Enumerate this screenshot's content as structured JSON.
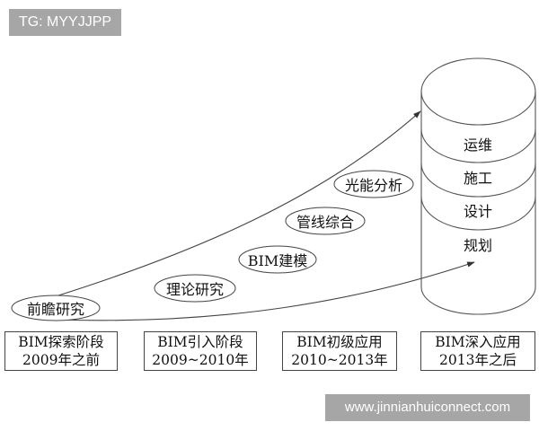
{
  "watermarks": {
    "top": "TG: MYYJJPP",
    "bottom": "www.jinnianhuiconnect.com"
  },
  "stages": [
    {
      "title": "BIM探索阶段",
      "period": "2009年之前"
    },
    {
      "title": "BIM引入阶段",
      "period": "2009~2010年"
    },
    {
      "title": "BIM初级应用",
      "period": "2010~2013年"
    },
    {
      "title": "BIM深入应用",
      "period": "2013年之后"
    }
  ],
  "milestones": [
    {
      "label": "前瞻研究"
    },
    {
      "label": "理论研究"
    },
    {
      "label": "BIM建模"
    },
    {
      "label": "管线综合"
    },
    {
      "label": "光能分析"
    }
  ],
  "cylinder_layers": [
    {
      "label": "运维"
    },
    {
      "label": "施工"
    },
    {
      "label": "设计"
    },
    {
      "label": "规划"
    }
  ],
  "colors": {
    "line": "#444444",
    "watermark_bg": "#a6a6a6",
    "watermark_text": "#ffffff"
  }
}
